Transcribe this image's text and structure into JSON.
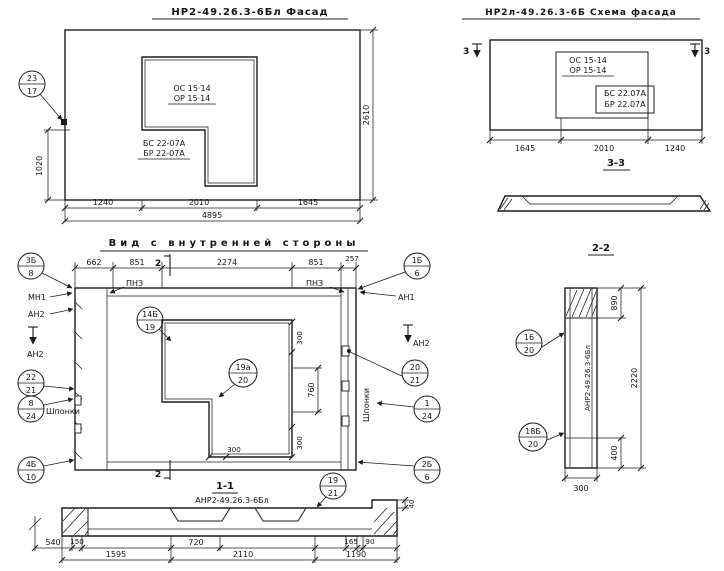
{
  "colors": {
    "ink": "#1c1c1c",
    "bg": "#ffffff"
  },
  "facade": {
    "title": "НР2-49.26.3-6Бл Фасад",
    "os": "ОС 15·14",
    "or": "ОР 15·14",
    "bs": "БС 22-07А",
    "br": "БР 22-07А",
    "marker_top": "23",
    "marker_bot": "17",
    "dim_left": "1020",
    "dim_height": "2610",
    "dim_b1": "1240",
    "dim_b2": "2010",
    "dim_b3": "1645",
    "dim_total": "4895"
  },
  "schema": {
    "title": "НР2л-49.26.3-6Б Схема фасада",
    "cut_left": "3",
    "cut_right": "3",
    "os": "ОС 15-14",
    "or": "ОР 15-14",
    "bs": "БС 22.07А",
    "br": "БР 22.07А",
    "dim_b1": "1645",
    "dim_b2": "2010",
    "dim_b3": "1240"
  },
  "sec33": {
    "title": "3-3"
  },
  "sec22": {
    "title": "2-2",
    "d890": "890",
    "d2220": "2220",
    "d400": "400",
    "d300": "300",
    "label": "АНР2-49.26.3-6Бл",
    "m16_top": "16",
    "m16_bot": "20",
    "m18_top": "18Б",
    "m18_bot": "20"
  },
  "interior": {
    "title": "Вид с внутренней стороны",
    "d662": "662",
    "d851a": "851",
    "d2274": "2274",
    "d851b": "851",
    "d257": "257",
    "cut_top": "2",
    "cut_bot": "2",
    "pnz_l": "ПНЗ",
    "pnz_r": "ПНЗ",
    "mn1": "МН1",
    "an2_l1": "АН2",
    "an2_l2": "АН2",
    "an1": "АН1",
    "an2_r": "АН2",
    "shponki_l": "Шпонки",
    "shponki_r": "Шпонки",
    "m_tl_t": "3Б",
    "m_tl_b": "8",
    "m_tr_t": "1Б",
    "m_tr_b": "6",
    "m_l1_t": "22",
    "m_l1_b": "21",
    "m_l2_t": "8",
    "m_l2_b": "24",
    "m_bl_t": "4Б",
    "m_bl_b": "10",
    "m_c1_t": "14Б",
    "m_c1_b": "19",
    "m_c2_t": "19а",
    "m_c2_b": "20",
    "m_r1_t": "20",
    "m_r1_b": "21",
    "m_r2_t": "1",
    "m_r2_b": "24",
    "m_br_t": "2Б",
    "m_br_b": "6",
    "m_b1_t": "19",
    "m_b1_b": "21",
    "d300a": "300",
    "d300b": "300",
    "d300c": "300",
    "d760": "760"
  },
  "sec11": {
    "title": "1-1",
    "subtitle": "АНР2-49.26.3-6Бл",
    "d540": "540",
    "d150": "150",
    "d720": "720",
    "d165": "165",
    "d90": "90",
    "d1595": "1595",
    "d2110": "2110",
    "d1190": "1190",
    "d40": "40"
  }
}
